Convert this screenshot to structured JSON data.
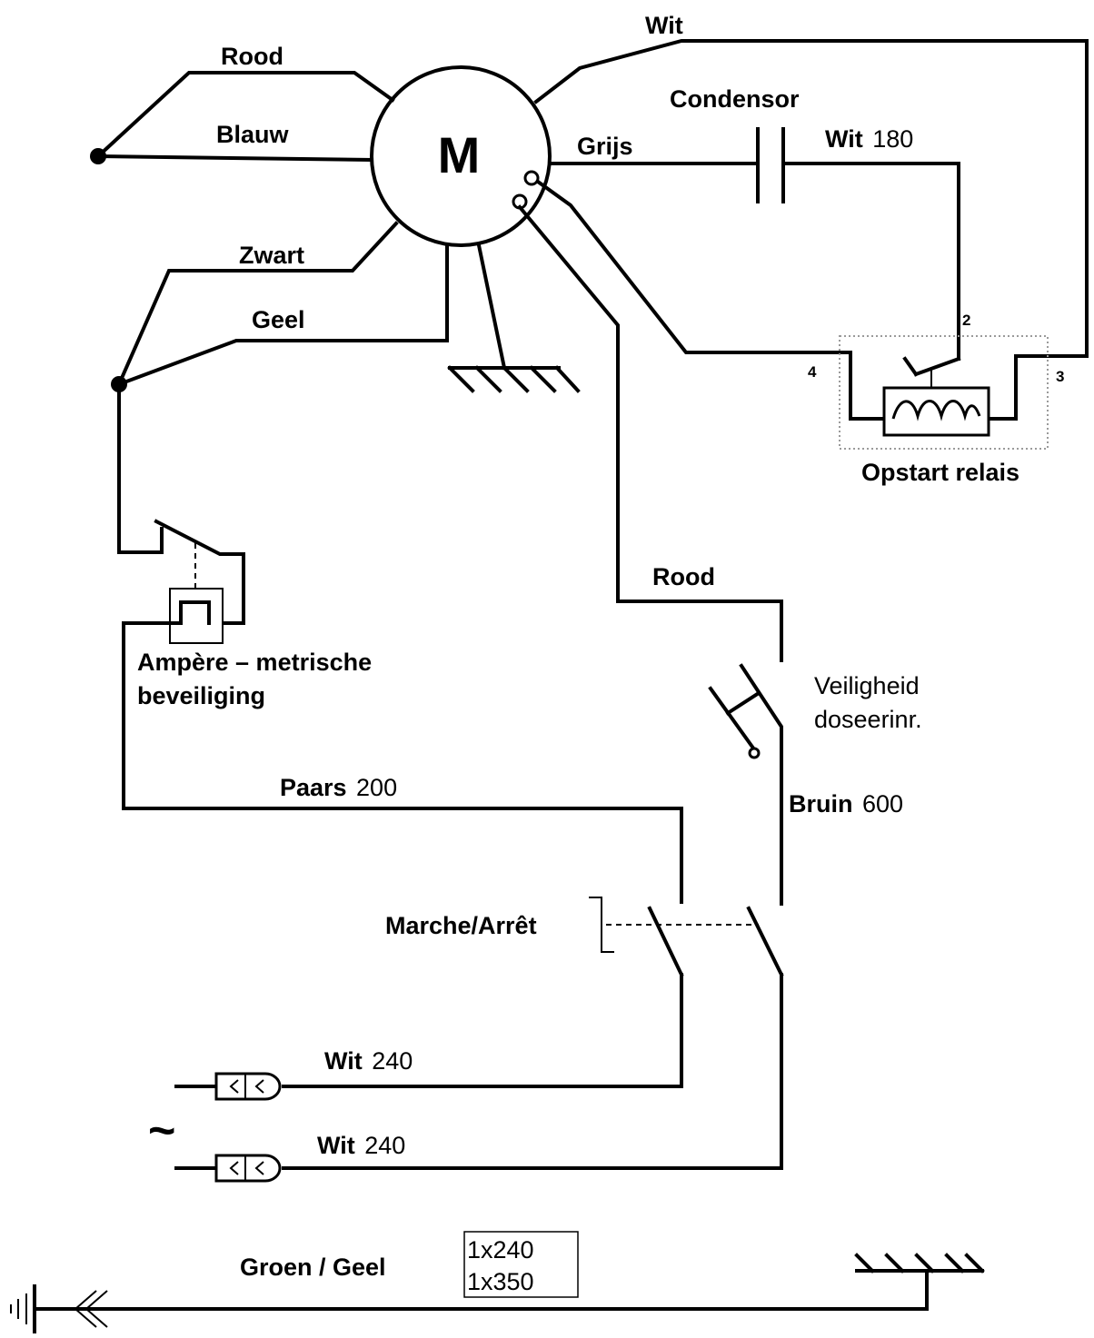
{
  "motor": {
    "symbol": "M"
  },
  "wires": {
    "rood_top": "Rood",
    "blauw": "Blauw",
    "zwart": "Zwart",
    "geel": "Geel",
    "wit_top": "Wit",
    "grijs": "Grijs",
    "condensor": "Condensor",
    "wit_180": {
      "color": "Wit",
      "size": "180"
    },
    "rood_mid": "Rood",
    "paars_200": {
      "color": "Paars",
      "size": "200"
    },
    "bruin_600": {
      "color": "Bruin",
      "size": "600"
    },
    "wit_240_a": {
      "color": "Wit",
      "size": "240"
    },
    "wit_240_b": {
      "color": "Wit",
      "size": "240"
    },
    "groen_geel": "Groen / Geel"
  },
  "relay": {
    "title": "Opstart relais",
    "pin_2": "2",
    "pin_3": "3",
    "pin_4": "4"
  },
  "protection": {
    "line1": "Ampère – metrische",
    "line2": "beveiliging"
  },
  "safety": {
    "line1": "Veiligheid",
    "line2": "doseerinr."
  },
  "switch": {
    "label": "Marche/Arrêt"
  },
  "supply": {
    "ac_symbol": "~"
  },
  "earth_box": {
    "line1": "1x240",
    "line2": "1x350"
  }
}
